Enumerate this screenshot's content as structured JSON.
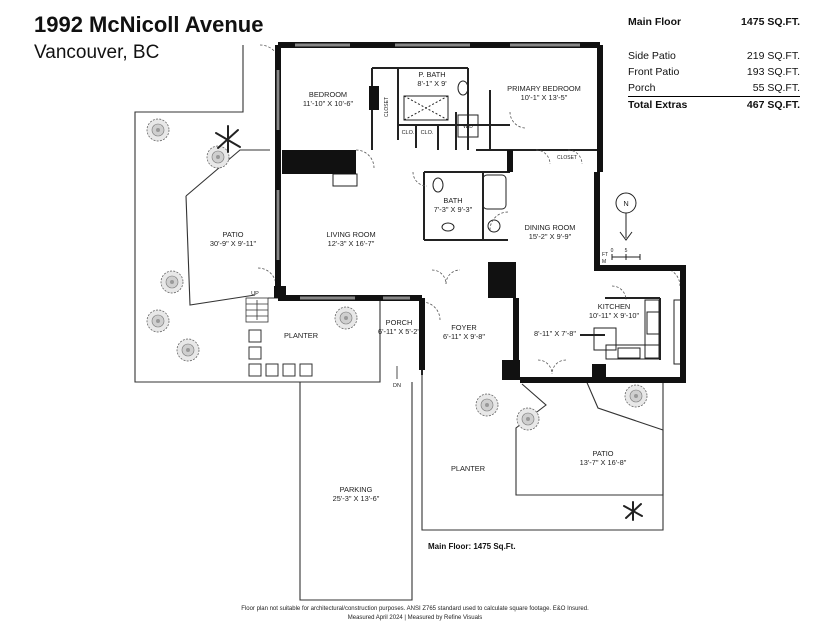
{
  "header": {
    "title": "1992 McNicoll Avenue",
    "subtitle": "Vancouver, BC"
  },
  "areas": {
    "main": {
      "label": "Main Floor",
      "value": "1475 SQ.FT."
    },
    "extras": [
      {
        "label": "Side Patio",
        "value": "219 SQ.FT."
      },
      {
        "label": "Front Patio",
        "value": "193 SQ.FT."
      },
      {
        "label": "Porch",
        "value": "55 SQ.FT."
      }
    ],
    "total": {
      "label": "Total Extras",
      "value": "467 SQ.FT."
    }
  },
  "rooms": {
    "bedroom": {
      "name": "BEDROOM",
      "dims": "11'-10\" X 10'-6\""
    },
    "pbath": {
      "name": "P. BATH",
      "dims": "8'-1\" X 9'"
    },
    "primary": {
      "name": "PRIMARY BEDROOM",
      "dims": "10'-1\" X 13'-5\""
    },
    "closet_a": {
      "name": "CLOSET"
    },
    "closet_b": {
      "name": "CLOSET"
    },
    "clo_a": {
      "name": "CLO."
    },
    "clo_b": {
      "name": "CLO."
    },
    "wd": {
      "name": "W/D"
    },
    "bath": {
      "name": "BATH",
      "dims": "7'-3\" X 9'-3\""
    },
    "patio_side": {
      "name": "PATIO",
      "dims": "30'-9\" X 9'-11\""
    },
    "living": {
      "name": "LIVING ROOM",
      "dims": "12'-3\" X 16'-7\""
    },
    "dining": {
      "name": "DINING ROOM",
      "dims": "15'-2\" X 9'-9\""
    },
    "kitchen": {
      "name": "KITCHEN",
      "dims": "10'-11\" X 9'-10\""
    },
    "hall": {
      "dims": "8'-11\" X 7'-8\""
    },
    "planter_left": {
      "name": "PLANTER"
    },
    "porch": {
      "name": "PORCH",
      "dims": "6'-11\" X 5'-2\""
    },
    "foyer": {
      "name": "FOYER",
      "dims": "6'-11\" X 9'-8\""
    },
    "planter_front": {
      "name": "PLANTER"
    },
    "patio_front": {
      "name": "PATIO",
      "dims": "13'-7\" X 16'-8\""
    },
    "parking": {
      "name": "PARKING",
      "dims": "25'-3\" X 13'-6\""
    }
  },
  "markers": {
    "up": "UP",
    "dn": "DN",
    "north": "N",
    "scale_ft": "FT",
    "scale_m": "M",
    "scale_zero": "0",
    "scale_five": "5"
  },
  "plan_note": "Main Floor: 1475 Sq.Ft.",
  "footer": {
    "line1": "Floor plan not suitable for architectural/construction purposes. ANSI Z765 standard used to calculate square footage. E&O Insured.",
    "line2": "Measured April 2024 | Measured by Refine Visuals"
  }
}
